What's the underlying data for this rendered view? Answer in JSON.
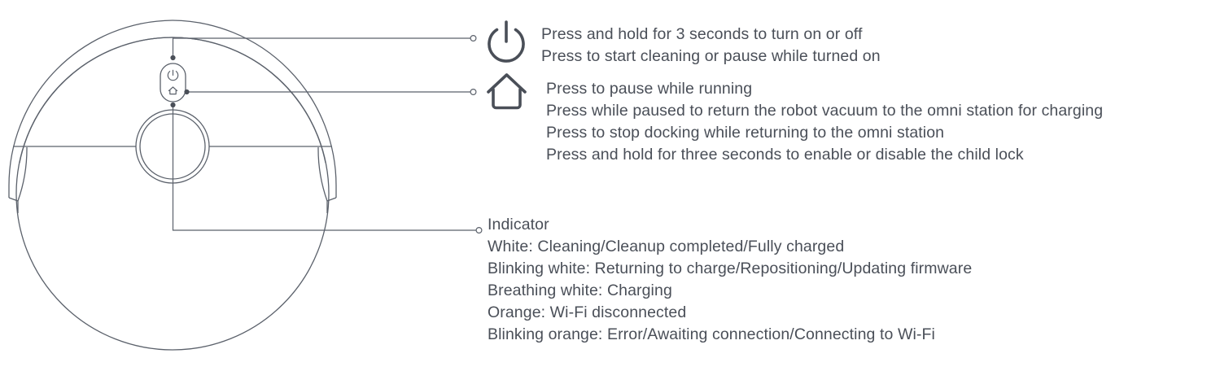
{
  "colors": {
    "text": "#4a4f58",
    "icon": "#4a4f58",
    "device_outline": "#5b616b",
    "leader_line": "#5b616b",
    "background": "#ffffff"
  },
  "device": {
    "name": "robot-vacuum-top-view",
    "parts": {
      "outer_body": "circular body outline",
      "bumper_ring": "outer bumper ring with notches on left and right",
      "lidar_turret": "double concentric circle sensor turret",
      "button_panel": "rounded capsule with power and home buttons",
      "power_button_icon": "power-icon",
      "home_button_icon": "home-icon"
    }
  },
  "callouts": [
    {
      "id": "power",
      "icon": "power-icon",
      "lines": [
        "Press and hold for 3 seconds to turn on or off",
        "Press to start cleaning or pause while turned on"
      ]
    },
    {
      "id": "home",
      "icon": "home-icon",
      "lines": [
        "Press to pause while running",
        "Press while paused to return the robot vacuum to the omni station for charging",
        "Press to stop docking while returning to the omni station",
        "Press and hold for three seconds to enable or disable the child lock"
      ]
    },
    {
      "id": "indicator",
      "icon": null,
      "lines": [
        "Indicator",
        "White: Cleaning/Cleanup completed/Fully charged",
        "Blinking white: Returning to charge/Repositioning/Updating firmware",
        "Breathing white: Charging",
        "Orange: Wi-Fi disconnected",
        "Blinking orange: Error/Awaiting connection/Connecting to Wi-Fi"
      ]
    }
  ]
}
